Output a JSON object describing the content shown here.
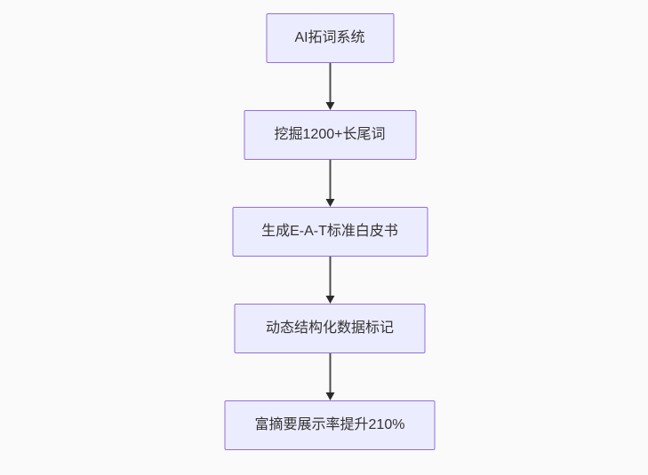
{
  "page": {
    "background_color": "#fafafa"
  },
  "flowchart": {
    "type": "vertical-flowchart",
    "direction": "top-down",
    "node_fill_color": "#ececff",
    "node_border_color": "#9370db",
    "text_color": "#333333",
    "arrow_line_color": "#4d4d4d",
    "arrowhead_color": "#2b2b2b",
    "nodes": [
      {
        "label": "AI拓词系统"
      },
      {
        "label": "挖掘1200+长尾词"
      },
      {
        "label": "生成E-A-T标准白皮书"
      },
      {
        "label": "动态结构化数据标记"
      },
      {
        "label": "富摘要展示率提升210%"
      }
    ],
    "edges": [
      {
        "from": 0,
        "to": 1
      },
      {
        "from": 1,
        "to": 2
      },
      {
        "from": 2,
        "to": 3
      },
      {
        "from": 3,
        "to": 4
      }
    ]
  }
}
